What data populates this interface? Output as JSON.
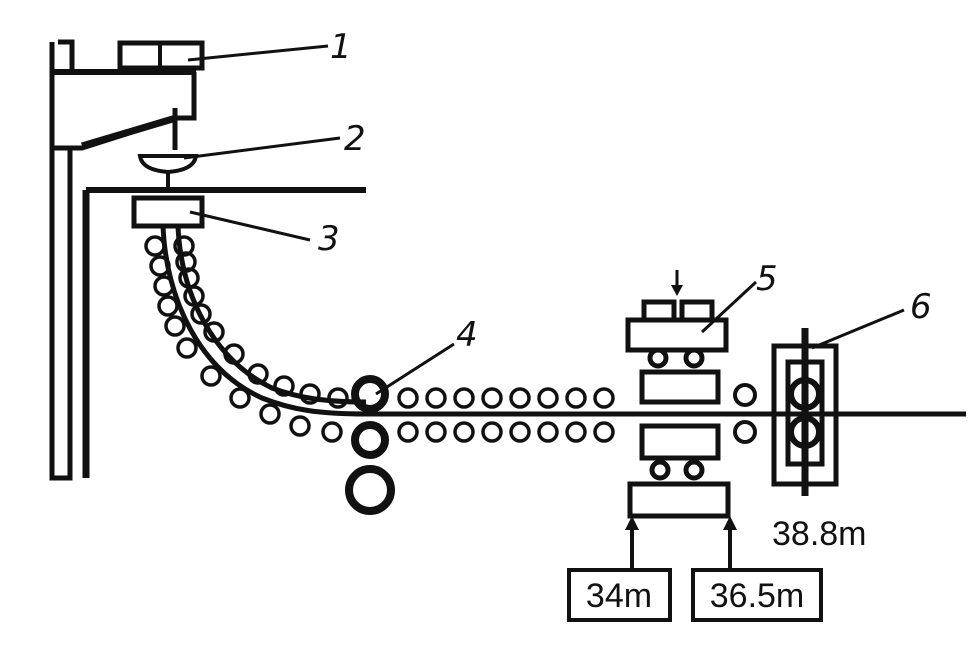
{
  "callouts": {
    "c1": "1",
    "c2": "2",
    "c3": "3",
    "c4": "4",
    "c5": "5",
    "c6": "6"
  },
  "measurements": {
    "left_box": "34m",
    "right_box": "36.5m",
    "shear_position": "38.8m"
  },
  "colors": {
    "ink": "#111111",
    "background": "#ffffff"
  }
}
